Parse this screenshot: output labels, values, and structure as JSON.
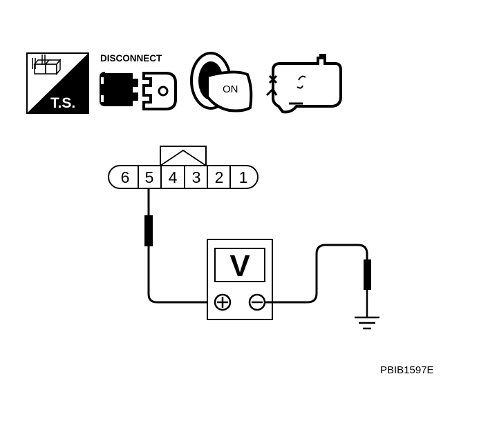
{
  "icons": {
    "ts_label": "T.S.",
    "disconnect_label": "DISCONNECT",
    "ignition_label": "ON"
  },
  "connector": {
    "pins": [
      "6",
      "5",
      "4",
      "3",
      "2",
      "1"
    ]
  },
  "meter": {
    "symbol": "V",
    "plus": "⊕",
    "minus": "⊖"
  },
  "figure_code": "PBIB1597E"
}
